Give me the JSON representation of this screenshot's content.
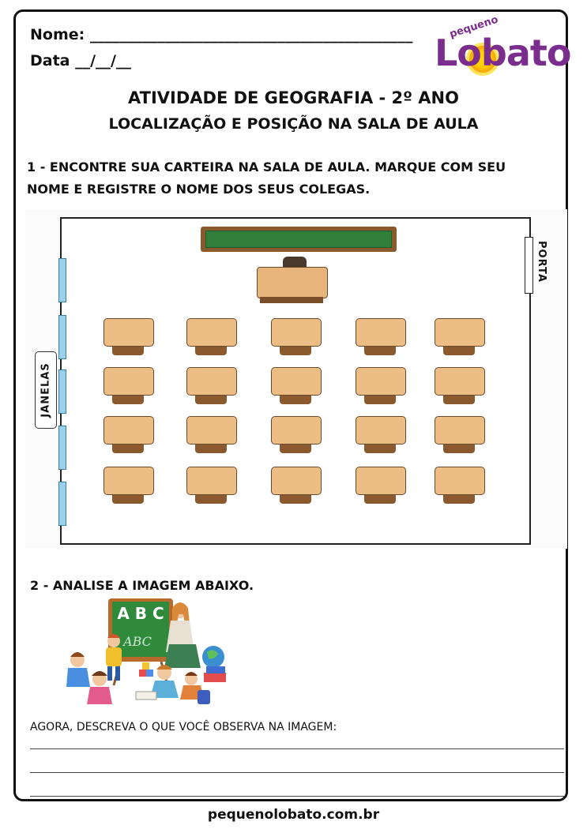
{
  "header": {
    "name_label": "Nome: ___________________________________________",
    "date_label": "Data __/__/__"
  },
  "logo": {
    "top": "pequeno",
    "main": "Lobato"
  },
  "title": "ATIVIDADE DE GEOGRAFIA - 2º ANO",
  "subtitle": "LOCALIZAÇÃO E POSIÇÃO NA SALA DE AULA",
  "question1": {
    "line1": "1 - ENCONTRE SUA CARTEIRA NA SALA DE AULA. MARQUE COM SEU",
    "line2": "NOME E REGISTRE O NOME DOS SEUS COLEGAS."
  },
  "classroom": {
    "windows_label": "JANELAS",
    "door_label": "PORTA",
    "desk_rows": 4,
    "desk_cols": 5
  },
  "question2": {
    "text": "2 - ANALISE A IMAGEM ABAIXO."
  },
  "illustration": {
    "board_text": "A B C",
    "board_script": "ABC"
  },
  "describe_prompt": "AGORA, DESCREVA O QUE VOCÊ OBSERVA NA IMAGEM:",
  "footer": "pequenolobato.com.br"
}
